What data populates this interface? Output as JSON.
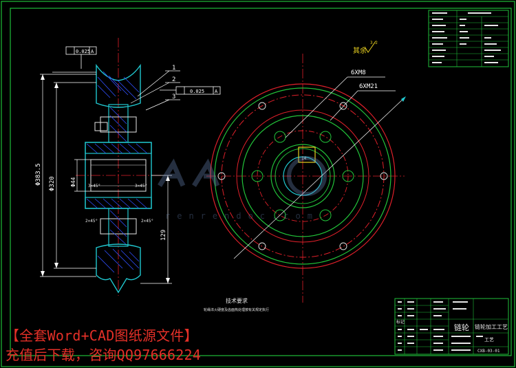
{
  "colors": {
    "background": "#000000",
    "frame": "#1fbf3a",
    "lines": "#e8e8e8",
    "centerlines": "#e0202a",
    "section": "#20c8d0",
    "circles_green": "#22c43a",
    "hatch": "#3050ff",
    "dimension": "#ffffff",
    "accent_yellow": "#e8d020",
    "ad_text": "#e53028"
  },
  "drawing": {
    "roughness_note": "其余",
    "roughness_value": "3.2",
    "leaders": [
      "1",
      "2",
      "3"
    ],
    "tolerance_1": "0.025",
    "tolerance_3": "0.025",
    "datum": "A",
    "hole_callout_1": "6XM8",
    "hole_callout_2": "6XM21",
    "dim_outer": "Φ383.5",
    "dim_pitch": "Φ320",
    "dim_bore": "Φ44",
    "dim_height": "129",
    "tech_requirements_title": "技术要求",
    "tech_requirements_text": "轮缘淬火硬度及齿面热处理按有关规定执行"
  },
  "title_block": {
    "part_name": "链轮",
    "drawing_title": "链轮加工工艺",
    "code": "CXB-03-01",
    "org_label": "标记",
    "process_label": "工艺"
  },
  "ad": {
    "line1": "【全套Word+CAD图纸源文件】",
    "line2": "充值后下载，咨询QQ97666224"
  },
  "icons": [
    "watermark-logo-icon",
    "roughness-symbol-icon"
  ]
}
